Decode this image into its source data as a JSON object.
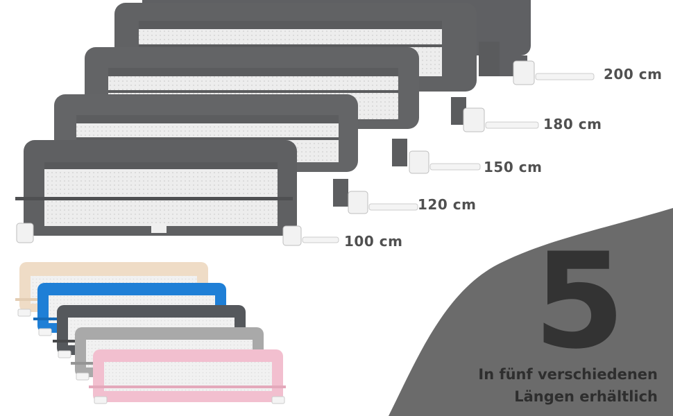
{
  "sizes": [
    {
      "label": "200 cm"
    },
    {
      "label": "180 cm"
    },
    {
      "label": "150 cm"
    },
    {
      "label": "120 cm"
    },
    {
      "label": "100 cm"
    }
  ],
  "headline": {
    "number": "5",
    "line1": "In fünf verschiedenen",
    "line2": "Längen erhältlich"
  },
  "colors": {
    "gray_rail": "#606163",
    "mesh": "#e9e9e9",
    "background_shape": "#6b6b6b",
    "variants": [
      "#efdcc6",
      "#1f7fd6",
      "#55585c",
      "#a9a9a9",
      "#f2bfcf"
    ]
  }
}
